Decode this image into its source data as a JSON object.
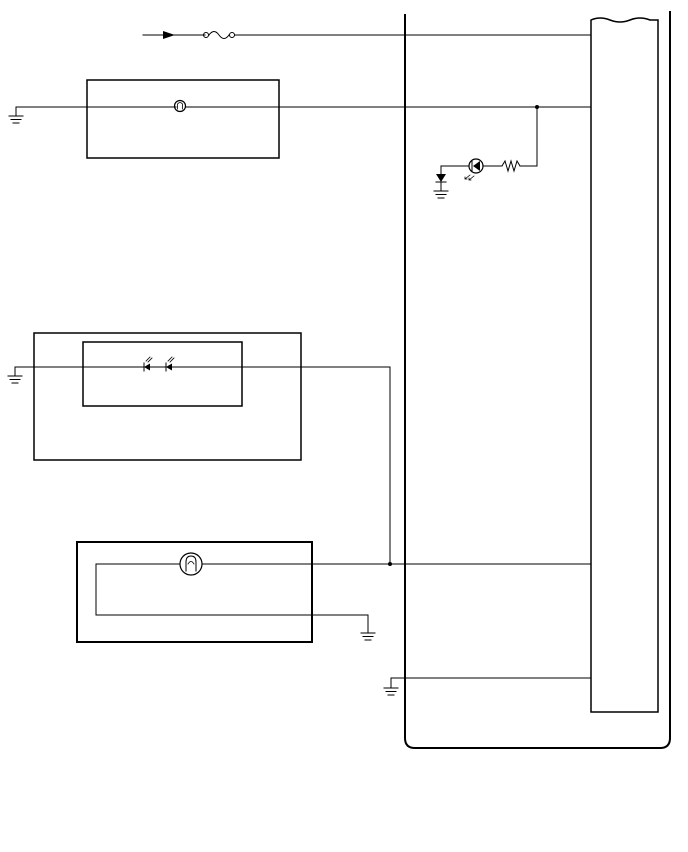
{
  "diagram": {
    "style": "wiring-schematic",
    "line_color": "#000000",
    "background_color": "#ffffff",
    "components": [
      {
        "kind": "source-arrow"
      },
      {
        "kind": "fuse"
      },
      {
        "kind": "lamp-module"
      },
      {
        "kind": "indicator-led-with-resistor"
      },
      {
        "kind": "led-pair-module"
      },
      {
        "kind": "lamp-ground-module"
      },
      {
        "kind": "connector-block"
      },
      {
        "kind": "ground",
        "count": 5
      }
    ]
  }
}
